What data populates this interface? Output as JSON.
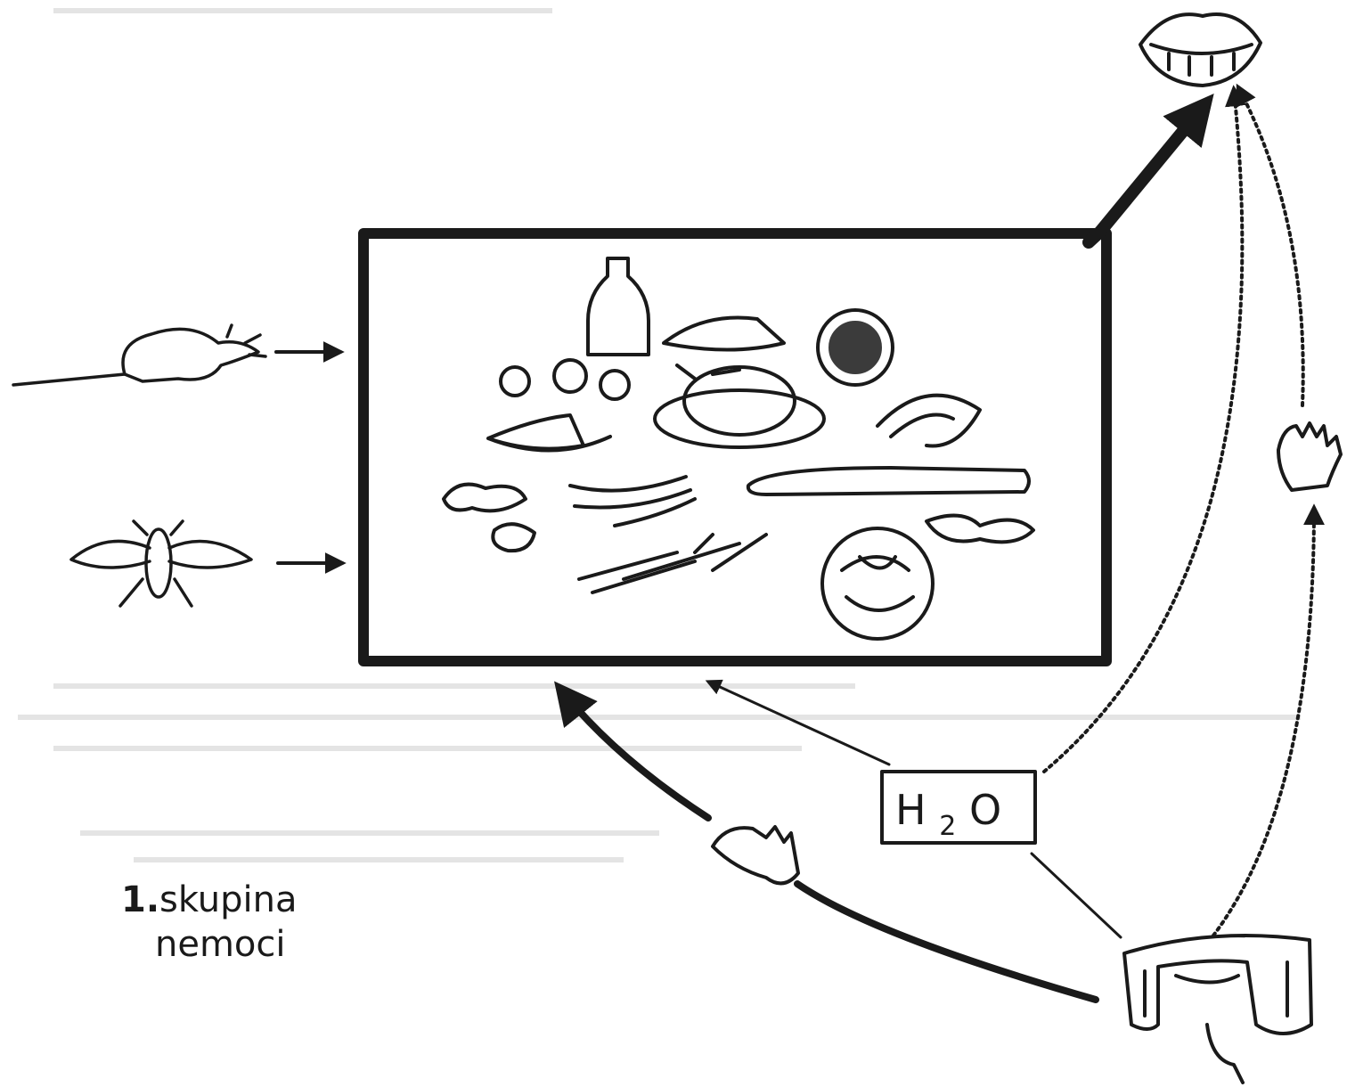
{
  "caption": {
    "number": "1.",
    "line1": "skupina",
    "line2": "nemoci"
  },
  "water_box": {
    "symbol": "H",
    "subscript": "2",
    "element": "O"
  },
  "icons": [
    "rat-icon",
    "fly-icon",
    "mouth-icon",
    "hand-icon",
    "intestine-icon",
    "food-icon"
  ],
  "colors": {
    "ink": "#1a1a1a",
    "background": "#ffffff"
  }
}
